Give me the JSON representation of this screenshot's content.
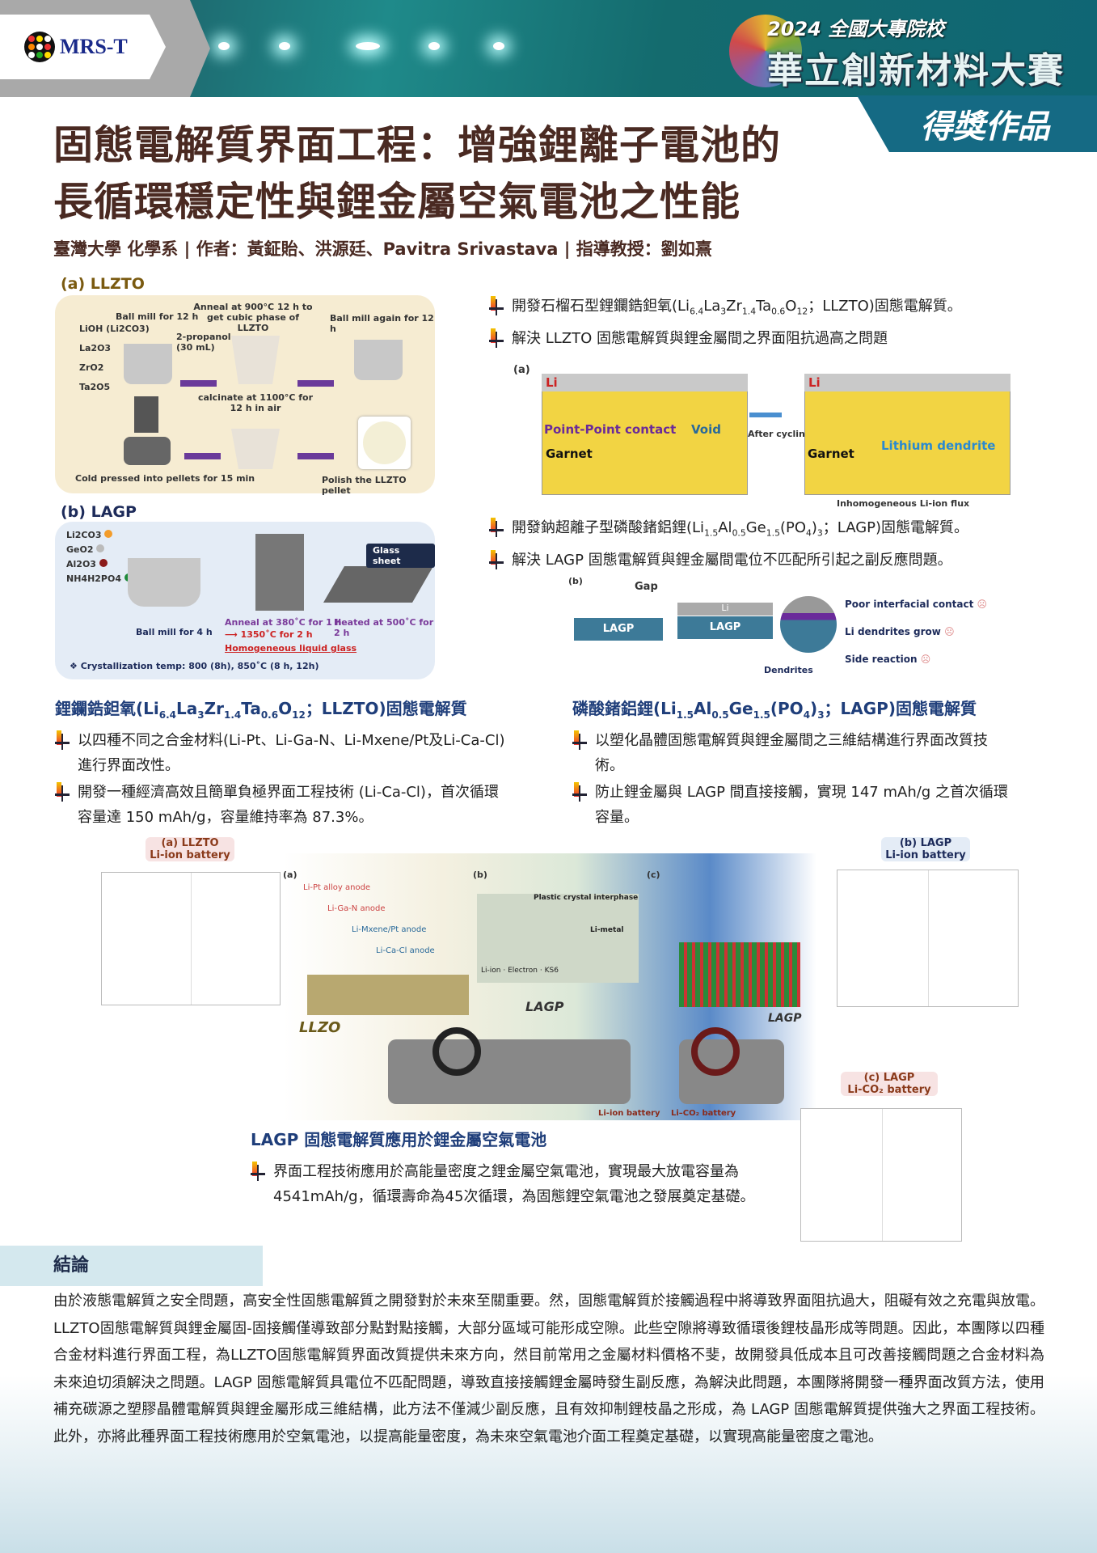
{
  "header": {
    "logo_text": "MRS-T",
    "contest_year": "2024 全國大專院校",
    "contest_name": "華立創新材料大賽",
    "award": "得獎作品"
  },
  "title": {
    "line1": "固態電解質界面工程：增強鋰離子電池的",
    "line2": "長循環穩定性與鋰金屬空氣電池之性能"
  },
  "authors": "臺灣大學  化學系 | 作者：黃鉦貽、洪源廷、Pavitra Srivastava | 指導教授：劉如熹",
  "fig_llzto": {
    "label": "(a) LLZTO",
    "steps": [
      "Ball mill for 12 h",
      "Anneal at 900°C 12 h to get cubic phase of LLZTO",
      "Ball mill again for 12 h",
      "2-propanol (30 mL)",
      "calcinate at 1100°C for 12 h in air",
      "Cold pressed into pellets for 15 min",
      "Polish the LLZTO pellet"
    ],
    "reagents": [
      "LiOH (Li2CO3)",
      "La2O3",
      "ZrO2",
      "Ta2O5"
    ]
  },
  "fig_lagp": {
    "label": "(b) LAGP",
    "reagents": [
      "Li2CO3",
      "GeO2",
      "Al2O3",
      "NH4H2PO4"
    ],
    "reagent_colors": [
      "#f39c2a",
      "#bbbbbb",
      "#8b1a1a",
      "#1e8a3a"
    ],
    "steps": [
      "Ball mill for 4 h",
      "Anneal at 380˚C for 1 h",
      "⟶ 1350˚C for 2 h",
      "Homogeneous liquid glass",
      "Glass sheet",
      "Heated at 500˚C for 2 h"
    ],
    "note": "❖ Crystallization temp: 800 (8h), 850˚C  (8 h, 12h)"
  },
  "right_top": {
    "bullets": [
      [
        {
          "t": "開發石榴石型鋰鑭鋯鉭氧(Li"
        },
        {
          "s": "6.4"
        },
        {
          "t": "La"
        },
        {
          "s": "3"
        },
        {
          "t": "Zr"
        },
        {
          "s": "1.4"
        },
        {
          "t": "Ta"
        },
        {
          "s": "0.6"
        },
        {
          "t": "O"
        },
        {
          "s": "12"
        },
        {
          "t": "；LLZTO)固態電解質。"
        }
      ],
      [
        {
          "t": "解決 LLZTO 固態電解質與鋰金屬間之界面阻抗過高之問題"
        }
      ]
    ],
    "fig_a": {
      "label": "(a)",
      "li": "Li",
      "contact": "Point-Point contact",
      "void": "Void",
      "garnet": "Garnet",
      "after": "After cycling",
      "dendrite": "Lithium dendrite",
      "flux": "Inhomogeneous Li-ion flux"
    }
  },
  "right_mid": {
    "bullets": [
      [
        {
          "t": "開發鈉超離子型磷酸鍺鋁鋰(Li"
        },
        {
          "s": "1.5"
        },
        {
          "t": "Al"
        },
        {
          "s": "0.5"
        },
        {
          "t": "Ge"
        },
        {
          "s": "1.5"
        },
        {
          "t": "(PO"
        },
        {
          "s": "4"
        },
        {
          "t": ")"
        },
        {
          "s": "3"
        },
        {
          "t": "；LAGP)固態電解質。"
        }
      ],
      [
        {
          "t": "解決 LAGP 固態電解質與鋰金屬間電位不匹配所引起之副反應問題。"
        }
      ]
    ],
    "fig_b": {
      "label": "(b)",
      "gap": "Gap",
      "lagp": "LAGP",
      "li": "Li",
      "dendrites": "Dendrites",
      "issues": [
        "Poor interfacial contact",
        "Li dendrites grow",
        "Side reaction"
      ]
    }
  },
  "llzto_section": {
    "heading": [
      {
        "t": "鋰鑭鋯鉭氧(Li"
      },
      {
        "s": "6.4"
      },
      {
        "t": "La"
      },
      {
        "s": "3"
      },
      {
        "t": "Zr"
      },
      {
        "s": "1.4"
      },
      {
        "t": "Ta"
      },
      {
        "s": "0.6"
      },
      {
        "t": "O"
      },
      {
        "s": "12"
      },
      {
        "t": "；LLZTO)固態電解質"
      }
    ],
    "bullets": [
      "以四種不同之合金材料(Li-Pt、Li-Ga-N、Li-Mxene/Pt及Li-Ca-Cl)進行界面改性。",
      "開發一種經濟高效且簡單負極界面工程技術 (Li-Ca-Cl)，首次循環容量達 150 mAh/g，容量維持率為 87.3%。"
    ]
  },
  "lagp_section": {
    "heading": [
      {
        "t": "磷酸鍺鋁鋰(Li"
      },
      {
        "s": "1.5"
      },
      {
        "t": "Al"
      },
      {
        "s": "0.5"
      },
      {
        "t": "Ge"
      },
      {
        "s": "1.5"
      },
      {
        "t": "(PO"
      },
      {
        "s": "4"
      },
      {
        "t": ")"
      },
      {
        "s": "3"
      },
      {
        "t": "；LAGP)固態電解質"
      }
    ],
    "bullets": [
      "以塑化晶體固態電解質與鋰金屬間之三維結構進行界面改質技術。",
      "防止鋰金屬與 LAGP 間直接接觸，實現 147 mAh/g 之首次循環容量。"
    ]
  },
  "bottom_fig": {
    "llzto_label": "(a) LLZTO\nLi-ion battery",
    "lagp_label": "(b) LAGP\nLi-ion battery",
    "co2_label": "(c) LAGP\nLi-CO₂ battery",
    "center_labels": [
      "(a)",
      "(b)",
      "(c)"
    ],
    "anodes": [
      "Li-Pt alloy anode",
      "Li-Ga-N anode",
      "Li-Mxene/Pt anode",
      "Li-Ca-Cl anode"
    ],
    "llzo": "LLZO",
    "lagp": "LAGP",
    "li_ion": "Li-ion battery",
    "li_co2": "Li–CO₂ battery",
    "legend": [
      "Li-ion",
      "Electron",
      "KS6"
    ],
    "interphase": "Plastic crystal interphase",
    "li_metal": "Li-metal"
  },
  "air_section": {
    "heading": "LAGP 固態電解質應用於鋰金屬空氣電池",
    "bullet": "界面工程技術應用於高能量密度之鋰金屬空氣電池，實現最大放電容量為 4541mAh/g，循環壽命為45次循環，為固態鋰空氣電池之發展奠定基礎。"
  },
  "conclusion": {
    "heading": "結論",
    "text": "由於液態電解質之安全問題，高安全性固態電解質之開發對於未來至關重要。然，固態電解質於接觸過程中將導致界面阻抗過大，阻礙有效之充電與放電。LLZTO固態電解質與鋰金屬固-固接觸僅導致部分點對點接觸，大部分區域可能形成空隙。此些空隙將導致循環後鋰枝晶形成等問題。因此，本團隊以四種合金材料進行界面工程，為LLZTO固態電解質界面改質提供未來方向，然目前常用之金屬材料價格不斐，故開發具低成本且可改善接觸問題之合金材料為未來迫切須解決之問題。LAGP 固態電解質具電位不匹配問題，導致直接接觸鋰金屬時發生副反應，為解決此問題，本團隊將開發一種界面改質方法，使用補充碳源之塑膠晶體電解質與鋰金屬形成三維結構，此方法不僅減少副反應，且有效抑制鋰枝晶之形成，為 LAGP 固態電解質提供強大之界面工程技術。此外，亦將此種界面工程技術應用於空氣電池，以提高能量密度，為未來空氣電池介面工程奠定基礎，以實現高能量密度之電池。"
  }
}
